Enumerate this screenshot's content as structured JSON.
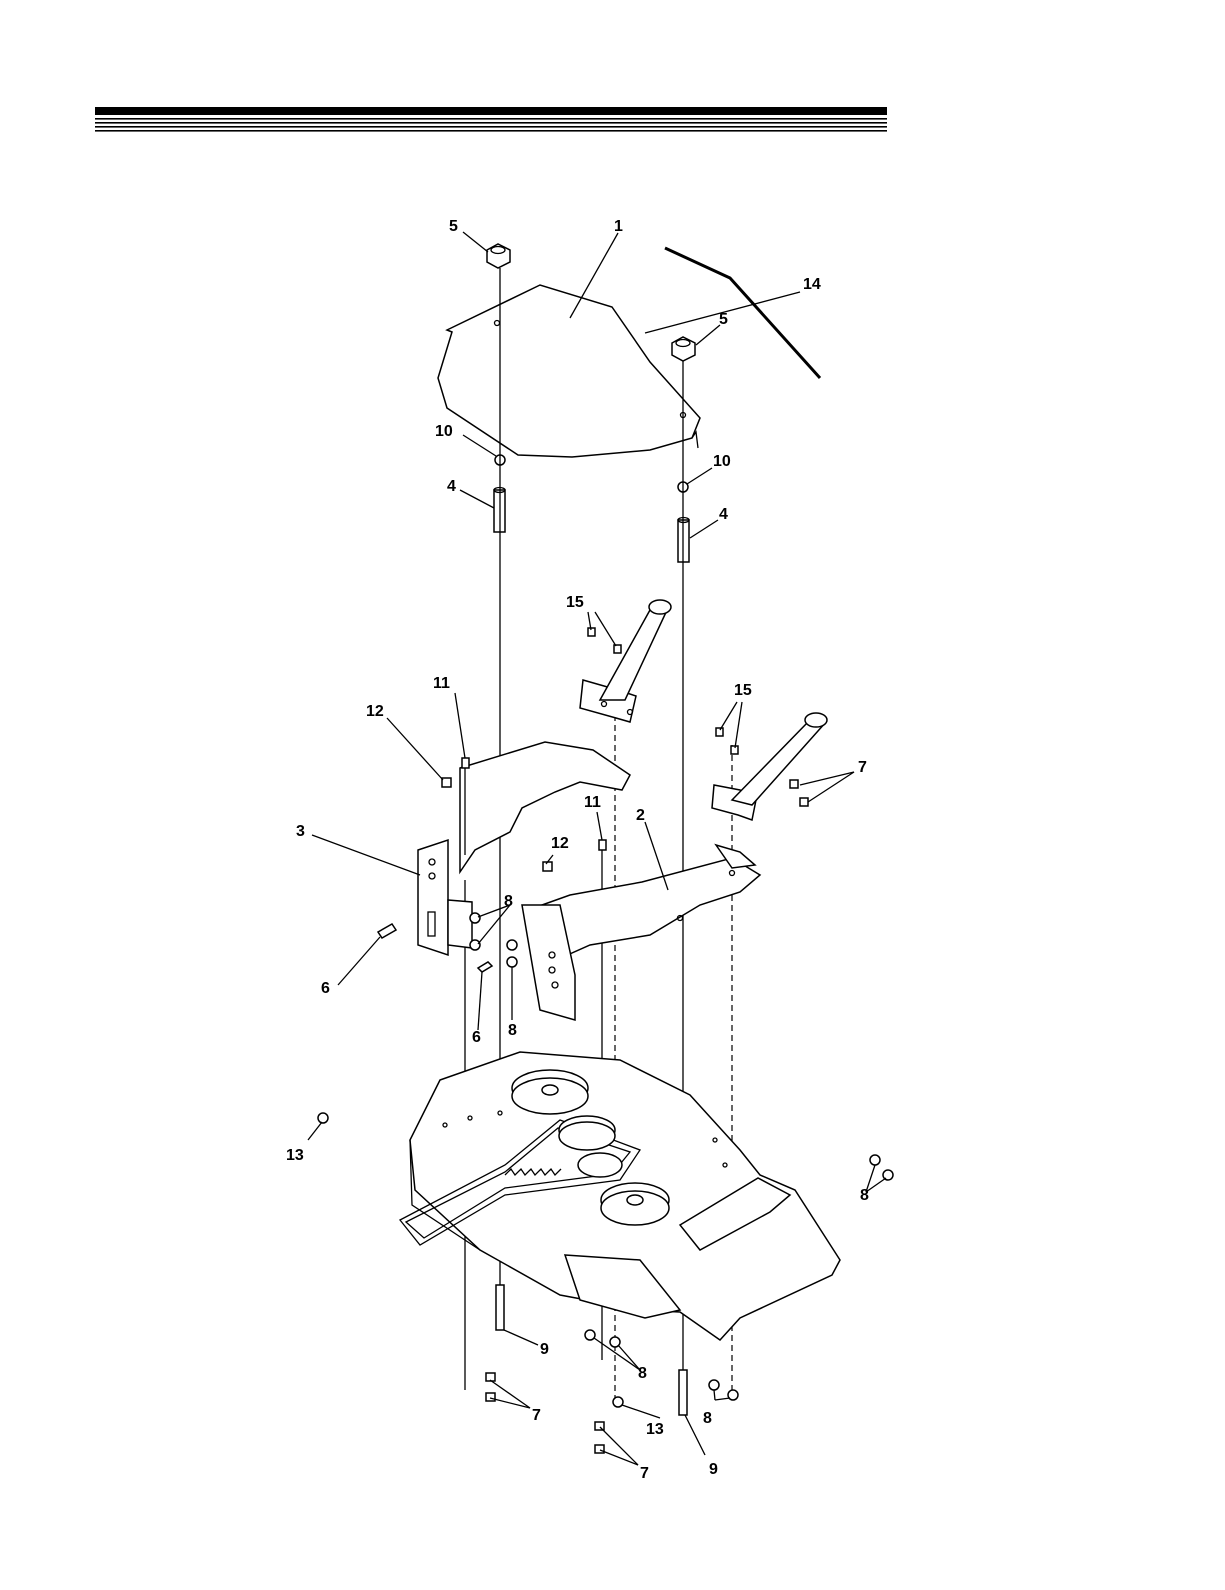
{
  "header": {
    "rule_color": "#000000"
  },
  "diagram": {
    "callouts": [
      {
        "id": "c1",
        "label": "1"
      },
      {
        "id": "c14",
        "label": "14"
      },
      {
        "id": "c5a",
        "label": "5"
      },
      {
        "id": "c5b",
        "label": "5"
      },
      {
        "id": "c10a",
        "label": "10"
      },
      {
        "id": "c10b",
        "label": "10"
      },
      {
        "id": "c4a",
        "label": "4"
      },
      {
        "id": "c4b",
        "label": "4"
      },
      {
        "id": "c15a",
        "label": "15"
      },
      {
        "id": "c15b",
        "label": "15"
      },
      {
        "id": "c11a",
        "label": "11"
      },
      {
        "id": "c11b",
        "label": "11"
      },
      {
        "id": "c12a",
        "label": "12"
      },
      {
        "id": "c12b",
        "label": "12"
      },
      {
        "id": "c3",
        "label": "3"
      },
      {
        "id": "c2",
        "label": "2"
      },
      {
        "id": "c7a",
        "label": "7"
      },
      {
        "id": "c7b",
        "label": "7"
      },
      {
        "id": "c7c",
        "label": "7"
      },
      {
        "id": "c8a",
        "label": "8"
      },
      {
        "id": "c8b",
        "label": "8"
      },
      {
        "id": "c8c",
        "label": "8"
      },
      {
        "id": "c8d",
        "label": "8"
      },
      {
        "id": "c8e",
        "label": "8"
      },
      {
        "id": "c6a",
        "label": "6"
      },
      {
        "id": "c6b",
        "label": "6"
      },
      {
        "id": "c13a",
        "label": "13"
      },
      {
        "id": "c13b",
        "label": "13"
      },
      {
        "id": "c9a",
        "label": "9"
      },
      {
        "id": "c9b",
        "label": "9"
      }
    ]
  }
}
